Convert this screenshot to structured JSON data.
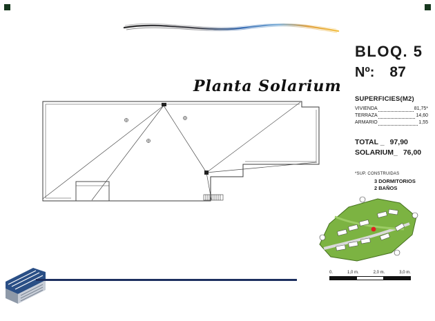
{
  "page": {
    "corner_marker_color": "#17381f",
    "accent_line_color": "#1d2f5f"
  },
  "plan": {
    "title": "Planta Solarium"
  },
  "sidebar": {
    "block_label": "BLOQ. 5",
    "number_label": "Nº:",
    "number_value": "87",
    "superficies_title": "SUPERFICIES(M2)",
    "rows": [
      {
        "label": "VIVIENDA",
        "value": "81,75*"
      },
      {
        "label": "TERRAZA",
        "value": "14,60"
      },
      {
        "label": "ARMARIO",
        "value": "1,55"
      }
    ],
    "total_label": "TOTAL _",
    "total_value": "97,90",
    "solarium_label": "SOLARIUM_",
    "solarium_value": "76,00",
    "footnote": "*SUP. CONSTRUIDAS",
    "features": [
      "3 DORMITORIOS",
      "2 BAÑOS"
    ]
  },
  "scalebar": {
    "labels": [
      "0.",
      "1,0 m.",
      "2,0 m.",
      "3,0 m."
    ]
  },
  "minimap": {
    "site_color": "#7cb342",
    "marker_color": "#e02020"
  }
}
